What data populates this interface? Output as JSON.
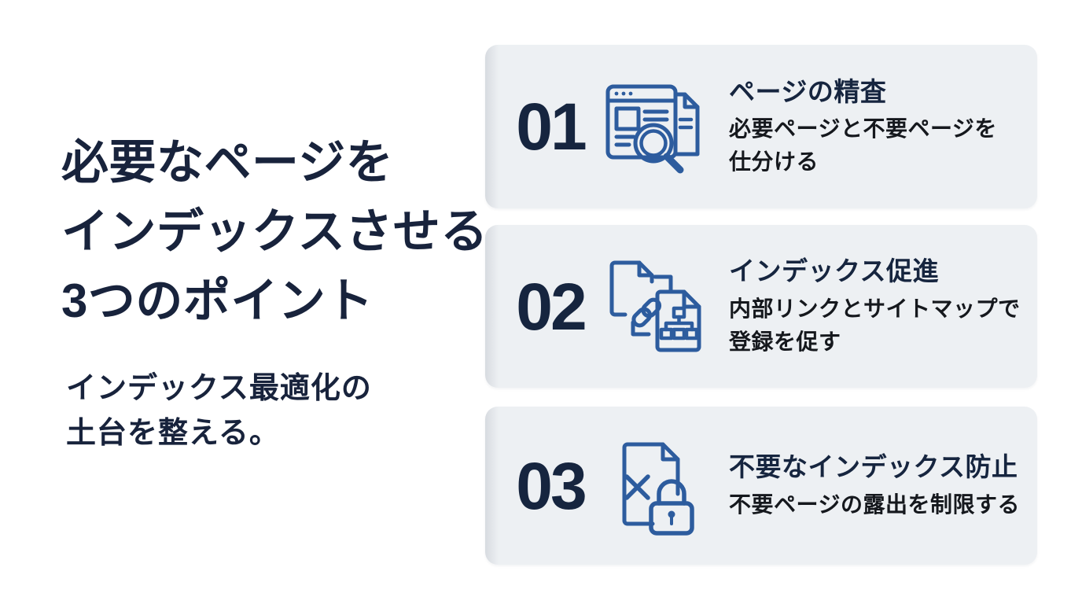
{
  "colors": {
    "background": "#ffffff",
    "navy": "#18233c",
    "number_navy": "#16253f",
    "text_dark": "#15181d",
    "icon_blue": "#2d5c9e",
    "card_bg": "#edf0f3",
    "card_edge": "#d7dbe0"
  },
  "hero": {
    "title_lines": [
      "必要なページを",
      "インデックスさせる",
      "3つのポイント"
    ],
    "subtitle_lines": [
      "インデックス最適化の",
      "土台を整える。"
    ]
  },
  "cards": [
    {
      "number": "01",
      "icon": "page-search-icon",
      "title": "ページの精査",
      "description_lines": [
        "必要ページと不要ページを",
        "仕分ける"
      ]
    },
    {
      "number": "02",
      "icon": "link-sitemap-icon",
      "title": "インデックス促進",
      "description_lines": [
        "内部リンクとサイトマップで",
        "登録を促す"
      ]
    },
    {
      "number": "03",
      "icon": "noindex-lock-icon",
      "title": "不要なインデックス防止",
      "description_lines": [
        "不要ページの露出を制限する"
      ]
    }
  ]
}
